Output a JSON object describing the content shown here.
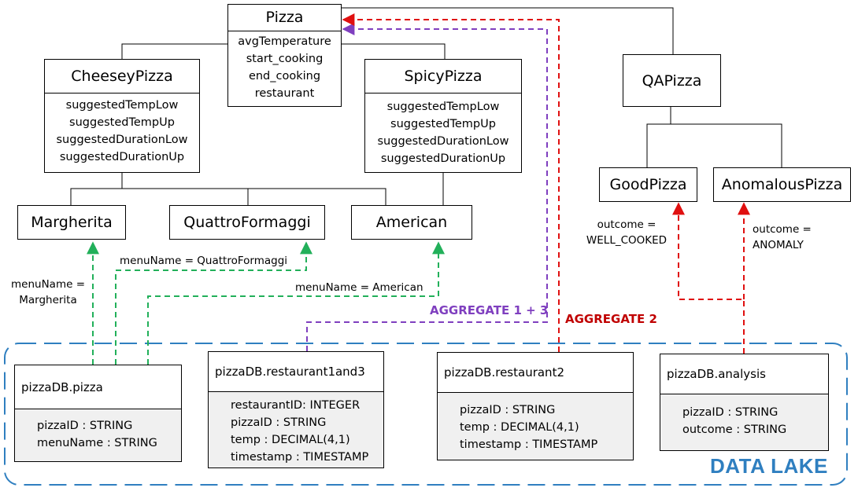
{
  "classes": {
    "pizza": {
      "name": "Pizza",
      "attributes": [
        "avgTemperature",
        "start_cooking",
        "end_cooking",
        "restaurant"
      ]
    },
    "cheesey": {
      "name": "CheeseyPizza",
      "attributes": [
        "suggestedTempLow",
        "suggestedTempUp",
        "suggestedDurationLow",
        "suggestedDurationUp"
      ]
    },
    "spicy": {
      "name": "SpicyPizza",
      "attributes": [
        "suggestedTempLow",
        "suggestedTempUp",
        "suggestedDurationLow",
        "suggestedDurationUp"
      ]
    },
    "margherita": {
      "name": "Margherita"
    },
    "quattro": {
      "name": "QuattroFormaggi"
    },
    "american": {
      "name": "American"
    },
    "qapizza": {
      "name": "QAPizza"
    },
    "good": {
      "name": "GoodPizza"
    },
    "anomalous": {
      "name": "AnomalousPizza"
    }
  },
  "tables": {
    "pizza": {
      "name": "pizzaDB.pizza",
      "fields": [
        "pizzaID : STRING",
        "menuName : STRING"
      ]
    },
    "restaurant1and3": {
      "name": "pizzaDB.restaurant1and3",
      "fields": [
        "restaurantID: INTEGER",
        "pizzaID : STRING",
        "temp : DECIMAL(4,1)",
        "timestamp : TIMESTAMP"
      ]
    },
    "restaurant2": {
      "name": "pizzaDB.restaurant2",
      "fields": [
        "pizzaID : STRING",
        "temp : DECIMAL(4,1)",
        "timestamp : TIMESTAMP"
      ]
    },
    "analysis": {
      "name": "pizzaDB.analysis",
      "fields": [
        "pizzaID : STRING",
        "outcome : STRING"
      ]
    }
  },
  "labels": {
    "menu_margherita_line1": "menuName =",
    "menu_margherita_line2": "Margherita",
    "menu_quattro": "menuName = QuattroFormaggi",
    "menu_american": "menuName = American",
    "outcome_good_line1": "outcome =",
    "outcome_good_line2": "WELL_COOKED",
    "outcome_anomaly_line1": "outcome =",
    "outcome_anomaly_line2": "ANOMALY",
    "aggregate13": "AGGREGATE 1 + 3",
    "aggregate2": "AGGREGATE 2",
    "data_lake": "DATA LAKE"
  },
  "colors": {
    "green": "#22b05a",
    "purple": "#7f3fbf",
    "red": "#e01010",
    "dark_red": "#c00000",
    "lake_blue": "#2f7fc0",
    "table_body": "#f0f0f0"
  }
}
